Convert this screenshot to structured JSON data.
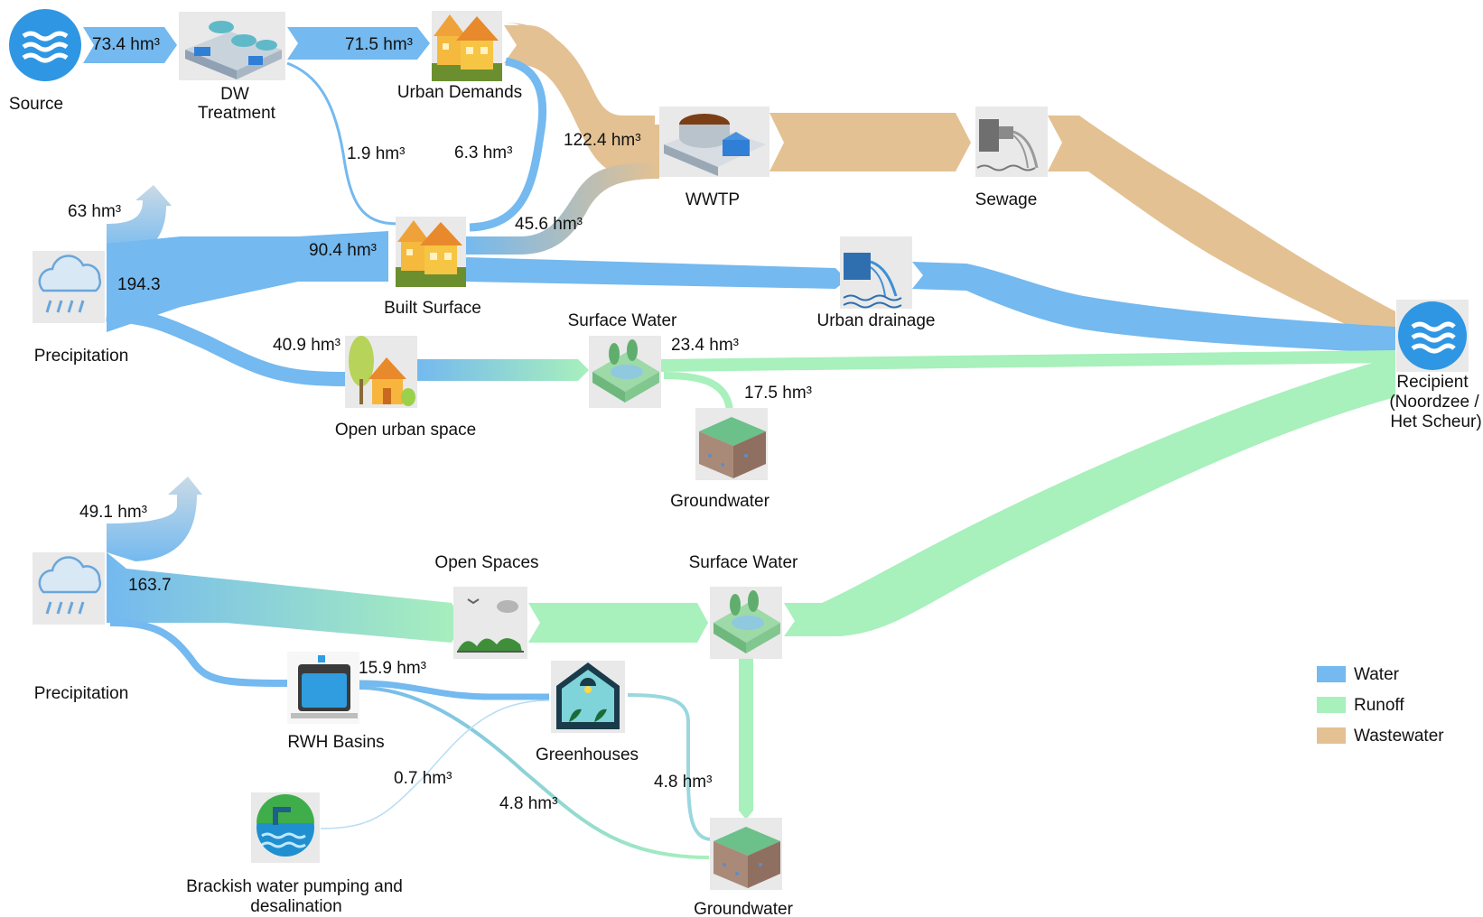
{
  "colors": {
    "water": "#74b9ef",
    "runoff": "#a8f0bc",
    "wastewater": "#e3c193",
    "precip_return": "#b9d3e6",
    "icon_bg": "#e9e9e9"
  },
  "nodes": {
    "source": {
      "label": "Source",
      "icon": "water-waves-icon"
    },
    "dw_treatment": {
      "label_line1": "DW",
      "label_line2": "Treatment",
      "icon": "treatment-plant-icon"
    },
    "urban_demands": {
      "label": "Urban Demands",
      "icon": "houses-icon"
    },
    "wwtp": {
      "label": "WWTP",
      "icon": "wastewater-plant-icon"
    },
    "sewage": {
      "label": "Sewage",
      "icon": "outfall-icon"
    },
    "precipitation_top": {
      "label": "Precipitation",
      "icon": "rain-cloud-icon"
    },
    "built_surface": {
      "label": "Built Surface",
      "icon": "houses-icon"
    },
    "urban_drainage": {
      "label": "Urban drainage",
      "icon": "drainage-outfall-icon"
    },
    "recipient": {
      "label_line1": "Recipient",
      "label_line2": "(Noordzee /",
      "label_line3": "Het Scheur)",
      "icon": "water-waves-icon"
    },
    "open_urban_space": {
      "label": "Open urban space",
      "icon": "tree-house-icon"
    },
    "surface_water_top": {
      "label": "Surface Water",
      "icon": "pond-icon"
    },
    "groundwater_top": {
      "label": "Groundwater",
      "icon": "soil-block-icon"
    },
    "precipitation_bottom": {
      "label": "Precipitation",
      "icon": "rain-cloud-icon"
    },
    "open_spaces": {
      "label": "Open Spaces",
      "icon": "landscape-icon"
    },
    "surface_water_bottom": {
      "label": "Surface Water",
      "icon": "pond-icon"
    },
    "rwh_basins": {
      "label": "RWH Basins",
      "icon": "tank-icon"
    },
    "greenhouses": {
      "label": "Greenhouses",
      "icon": "greenhouse-icon"
    },
    "brackish": {
      "label_line1": "Brackish water pumping and",
      "label_line2": "desalination",
      "icon": "brackish-pump-icon"
    },
    "groundwater_bottom": {
      "label": "Groundwater",
      "icon": "soil-block-icon"
    }
  },
  "flows": {
    "source_to_dw": "73.4 hm³",
    "dw_to_urban": "71.5 hm³",
    "dw_to_built": "1.9 hm³",
    "urban_to_built": "6.3 hm³",
    "to_wwtp": "122.4 hm³",
    "built_to_wwtp": "45.6 hm³",
    "precip_top_return": "63 hm³",
    "precip_top_total": "194.3",
    "precip_to_built": "90.4 hm³",
    "precip_to_open_urban": "40.9 hm³",
    "surface_to_recipient": "23.4 hm³",
    "surface_to_groundwater": "17.5 hm³",
    "precip_bottom_return": "49.1 hm³",
    "precip_bottom_total": "163.7",
    "rwh_to_greenhouses": "15.9 hm³",
    "brackish_to_greenhouses": "0.7 hm³",
    "rwh_to_groundwater": "4.8 hm³",
    "groundwater_to_greenhouses": "4.8 hm³"
  },
  "legend": [
    {
      "label": "Water",
      "color": "#74b9ef"
    },
    {
      "label": "Runoff",
      "color": "#a8f0bc"
    },
    {
      "label": "Wastewater",
      "color": "#e3c193"
    }
  ]
}
